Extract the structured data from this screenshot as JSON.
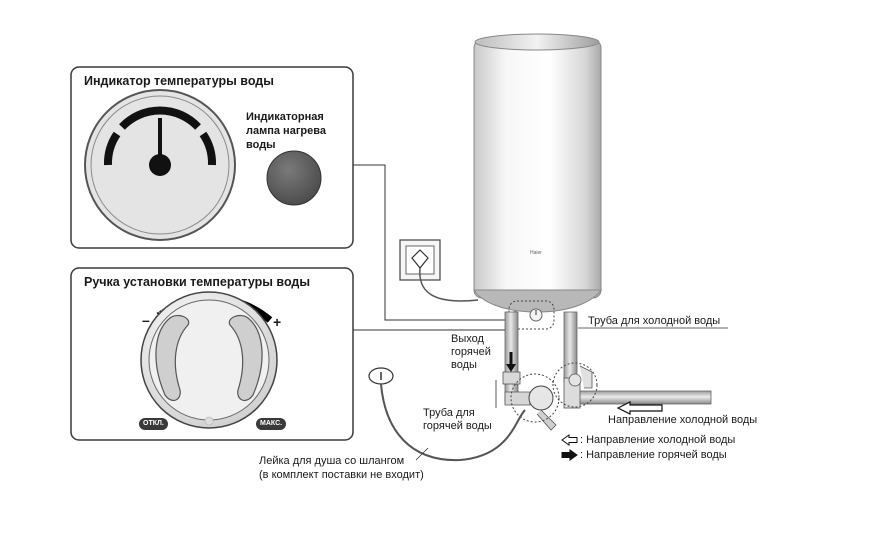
{
  "temp_indicator_panel": {
    "title": "Индикатор температуры воды",
    "lamp_label_line1": "Индикаторная",
    "lamp_label_line2": "лампа нагрева",
    "lamp_label_line3": "воды"
  },
  "temp_knob_panel": {
    "title": "Ручка установки температуры воды",
    "minus": "–",
    "plus": "+",
    "off_label": "ОТКЛ.",
    "max_label": "МАКС."
  },
  "heater": {
    "brand": "Haier"
  },
  "labels": {
    "cold_pipe": "Труба для холодной воды",
    "hot_outlet_line1": "Выход",
    "hot_outlet_line2": "горячей",
    "hot_outlet_line3": "воды",
    "hot_pipe_line1": "Труба для",
    "hot_pipe_line2": "горячей воды",
    "cold_direction": "Направление холодной воды",
    "shower_line1": "Лейка для душа со шлангом",
    "shower_line2": "(в комплект поставки не входит)"
  },
  "legend": {
    "cold": ": Направление холодной воды",
    "hot": ": Направление горячей воды"
  },
  "colors": {
    "panel_border": "#3a3a3a",
    "dial_face": "#e6e6e6",
    "lamp": "#5a5a5a",
    "tank_light": "#f4f4f4",
    "tank_shade": "#c8c8c8",
    "pipe": "#bdbdbd"
  }
}
